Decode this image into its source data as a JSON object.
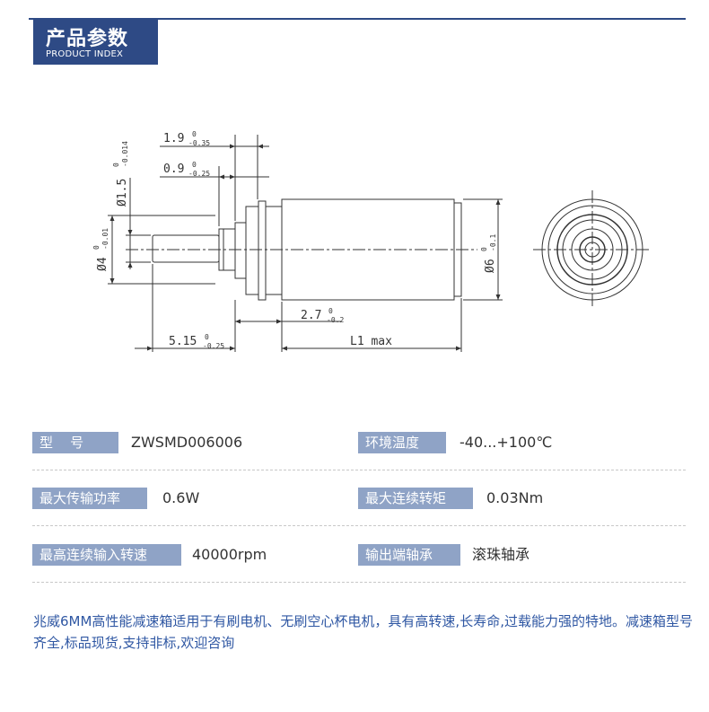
{
  "header": {
    "title_cn": "产品参数",
    "title_en": "PRODUCT INDEX"
  },
  "drawing": {
    "dim_top1": "1.9",
    "dim_top1_tol": "-0.35",
    "dim_top2": "0.9",
    "dim_top2_tol": "-0.25",
    "dim_dia15": "Ø1.5",
    "dim_dia15_tol": "-0.014",
    "dim_dia4": "Ø4",
    "dim_dia4_tol": "-0.01",
    "dim_dia6": "Ø6",
    "dim_dia6_tol": "-0.1",
    "dim_27": "2.7",
    "dim_27_tol": "-0.2",
    "dim_515": "5.15",
    "dim_515_tol": "-0.25",
    "dim_l1": "L1 max",
    "tol_zero": "0"
  },
  "specs": {
    "model_label": "型    号",
    "model_value": "ZWSMD006006",
    "env_temp_label": "环境温度",
    "env_temp_value": "-40...+100℃",
    "max_power_label": "最大传输功率",
    "max_power_value": "0.6W",
    "max_torque_label": "最大连续转矩",
    "max_torque_value": "0.03Nm",
    "max_speed_label": "最高连续输入转速",
    "max_speed_value": "40000rpm",
    "bearing_label": "输出端轴承",
    "bearing_value": "滚珠轴承"
  },
  "description": "兆威6MM高性能减速箱适用于有刷电机、无刷空心杯电机，具有高转速,长寿命,过载能力强的特地。减速箱型号齐全,标品现货,支持非标,欢迎咨询",
  "colors": {
    "brand": "#2e4a85",
    "label_bg": "#8fa3c6",
    "desc_text": "#2f57a3"
  }
}
